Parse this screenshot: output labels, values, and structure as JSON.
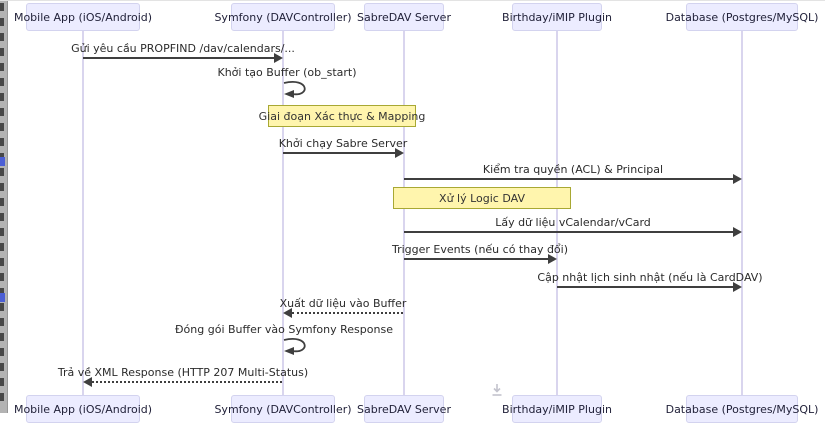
{
  "diagram": {
    "actors": [
      {
        "label": "Mobile App (iOS/Android)"
      },
      {
        "label": "Symfony (DAVController)"
      },
      {
        "label": "SabreDAV Server"
      },
      {
        "label": "Birthday/iMIP Plugin"
      },
      {
        "label": "Database (Postgres/MySQL)"
      }
    ],
    "messages": [
      {
        "label": "Gửi yêu cầu PROPFIND /dav/calendars/...",
        "from": "Mobile App (iOS/Android)",
        "to": "Symfony (DAVController)",
        "line": "solid",
        "kind": "arrow"
      },
      {
        "label": "Khởi tạo Buffer (ob_start)",
        "from": "Symfony (DAVController)",
        "to": "Symfony (DAVController)",
        "line": "solid",
        "kind": "self"
      },
      {
        "label": "Khởi chạy Sabre Server",
        "from": "Symfony (DAVController)",
        "to": "SabreDAV Server",
        "line": "solid",
        "kind": "arrow"
      },
      {
        "label": "Kiểm tra quyền (ACL) & Principal",
        "from": "SabreDAV Server",
        "to": "Database (Postgres/MySQL)",
        "line": "solid",
        "kind": "arrow"
      },
      {
        "label": "Lấy dữ liệu vCalendar/vCard",
        "from": "SabreDAV Server",
        "to": "Database (Postgres/MySQL)",
        "line": "solid",
        "kind": "arrow"
      },
      {
        "label": "Trigger Events (nếu có thay đổi)",
        "from": "SabreDAV Server",
        "to": "Birthday/iMIP Plugin",
        "line": "solid",
        "kind": "arrow"
      },
      {
        "label": "Cập nhật lịch sinh nhật (nếu là CardDAV)",
        "from": "Birthday/iMIP Plugin",
        "to": "Database (Postgres/MySQL)",
        "line": "solid",
        "kind": "arrow"
      },
      {
        "label": "Xuất dữ liệu vào Buffer",
        "from": "SabreDAV Server",
        "to": "Symfony (DAVController)",
        "line": "dotted",
        "kind": "arrow"
      },
      {
        "label": "Đóng gói Buffer vào Symfony Response",
        "from": "Symfony (DAVController)",
        "to": "Symfony (DAVController)",
        "line": "solid",
        "kind": "self"
      },
      {
        "label": "Trả về XML Response (HTTP 207 Multi-Status)",
        "from": "Symfony (DAVController)",
        "to": "Mobile App (iOS/Android)",
        "line": "dotted",
        "kind": "arrow"
      }
    ],
    "notes": [
      {
        "label": "Giai đoạn Xác thực & Mapping",
        "over": "Symfony (DAVController), SabreDAV Server"
      },
      {
        "label": "Xử lý Logic DAV",
        "over": "SabreDAV Server, Birthday/iMIP Plugin"
      }
    ]
  },
  "icons": {
    "download": "⤓"
  },
  "colors": {
    "actor_fill": "#ECECFF",
    "actor_border": "#D3D3EF",
    "lifeline": "#D9D5EE",
    "note_fill": "#FFF5AD",
    "note_border": "#A8A833",
    "message_line": "#3F3F3F",
    "text": "#2B2B2B"
  }
}
